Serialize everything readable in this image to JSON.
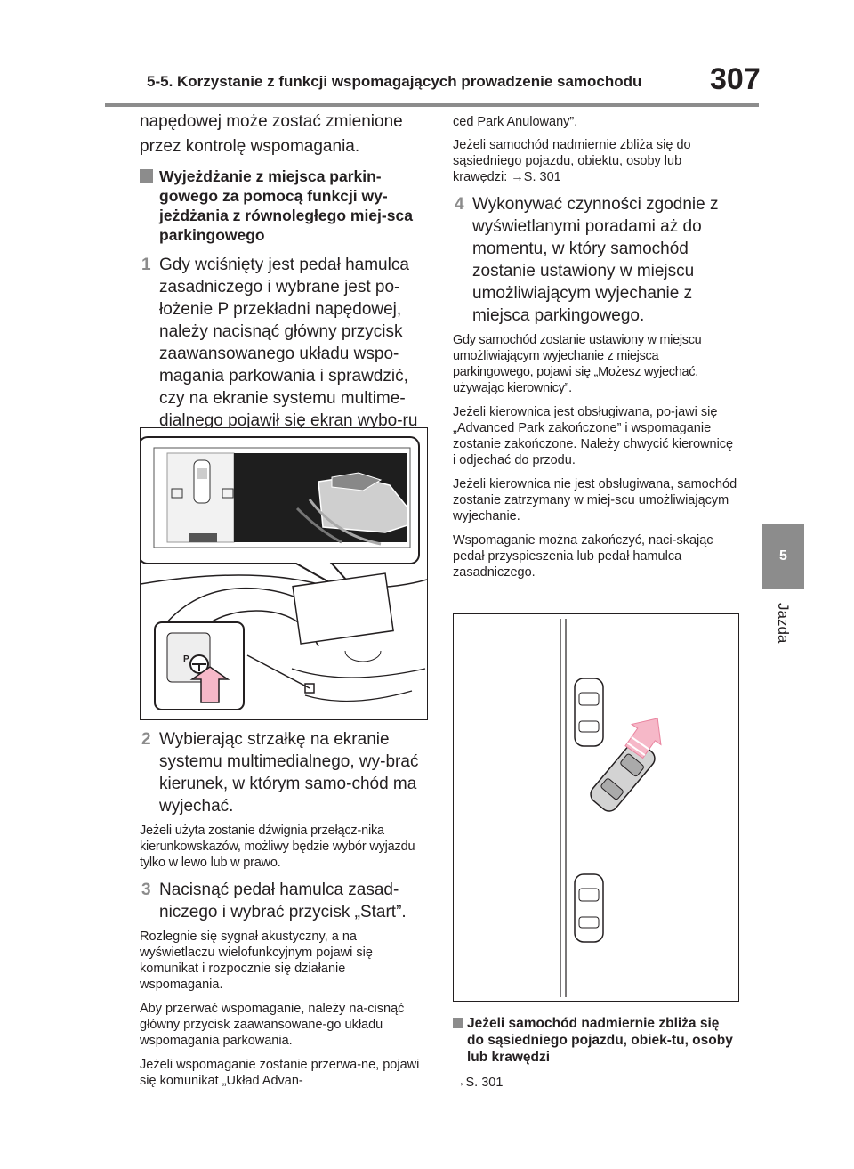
{
  "header": {
    "title": "5-5. Korzystanie z funkcji wspomagających prowadzenie samochodu",
    "page": "307"
  },
  "sidetab": {
    "chapter": "5",
    "label": "Jazda"
  },
  "left": {
    "intro": "napędowej może zostać zmienione przez kontrolę wspomagania.",
    "heading": "Wyjeżdżanie z miejsca parkin-gowego za pomocą funkcji wy-jeżdżania z równoległego miej-sca parkingowego",
    "step1_num": "1",
    "step1": "Gdy wciśnięty jest pedał hamulca zasadniczego i wybrane jest po-łożenie P przekładni napędowej, należy nacisnąć główny przycisk zaawansowanego układu wspo-magania parkowania i sprawdzić, czy na ekranie systemu multime-dialnego pojawił się ekran wybo-ru kierunku wyjeżdżania.",
    "fig1_label": "P",
    "step2_num": "2",
    "step2": "Wybierając strzałkę na ekranie systemu multimedialnego, wy-brać kierunek, w którym samo-chód ma wyjechać.",
    "note2": "Jeżeli użyta zostanie dźwignia przełącz-nika kierunkowskazów, możliwy będzie wybór wyjazdu tylko w lewo lub w prawo.",
    "step3_num": "3",
    "step3": "Nacisnąć pedał hamulca zasad-niczego i wybrać przycisk „Start”.",
    "note3a": "Rozlegnie się sygnał akustyczny, a na wyświetlaczu wielofunkcyjnym pojawi się komunikat i rozpocznie się działanie wspomagania.",
    "note3b": "Aby przerwać wspomaganie, należy na-cisnąć główny przycisk zaawansowane-go układu wspomagania parkowania.",
    "note3c": "Jeżeli wspomaganie zostanie przerwa-ne, pojawi się komunikat „Układ Advan-"
  },
  "right": {
    "cont": "ced Park Anulowany”.",
    "note_a": "Jeżeli samochód nadmiernie zbliża się do sąsiedniego pojazdu, obiektu, osoby lub krawędzi: →S. 301",
    "step4_num": "4",
    "step4": "Wykonywać czynności zgodnie z wyświetlanymi poradami aż do momentu, w który samochód zostanie ustawiony w miejscu umożliwiającym wyjechanie z miejsca parkingowego.",
    "note_b": "Gdy samochód zostanie ustawiony w miejscu umożliwiającym wyjechanie z miejsca parkingowego, pojawi się „Możesz wyjechać, używając kierownicy”.",
    "note_c": "Jeżeli kierownica jest obsługiwana, po-jawi się „Advanced Park zakończone” i wspomaganie zostanie zakończone. Należy chwycić kierownicę i odjechać do przodu.",
    "note_d": "Jeżeli kierownica nie jest obsługiwana, samochód zostanie zatrzymany w miej-scu umożliwiającym wyjechanie.",
    "note_e": "Wspomaganie można zakończyć, naci-skając pedał przyspieszenia lub pedał hamulca zasadniczego.",
    "heading2": "Jeżeli samochód nadmiernie zbliża się do sąsiedniego pojazdu, obiek-tu, osoby lub krawędzi",
    "ref": "→S. 301"
  }
}
